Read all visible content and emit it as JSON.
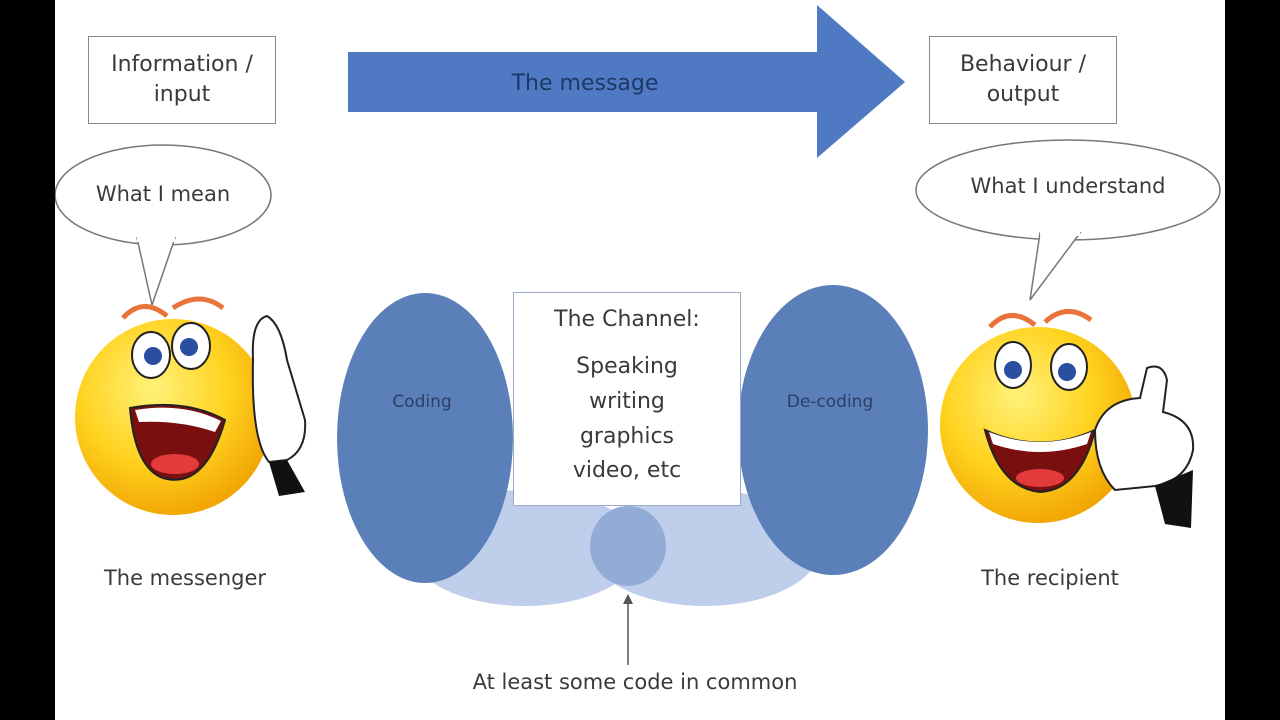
{
  "input_box": "Information /\ninput",
  "output_box": "Behaviour /\noutput",
  "arrow_label": "The message",
  "sender_bubble": "What I mean",
  "receiver_bubble": "What I understand",
  "channel": {
    "title": "The Channel:",
    "items": [
      "Speaking",
      "writing",
      "graphics",
      "video, etc"
    ]
  },
  "coding_label": "Coding",
  "decoding_label": "De-coding",
  "messenger_label": "The messenger",
  "recipient_label": "The recipient",
  "common_code_label": "At least some code in common",
  "colors": {
    "arrow": "#4f7ac3",
    "ellipse": "#5b7fb9",
    "overlap_light": "#b4c7e7",
    "face": "#ffd21f"
  }
}
